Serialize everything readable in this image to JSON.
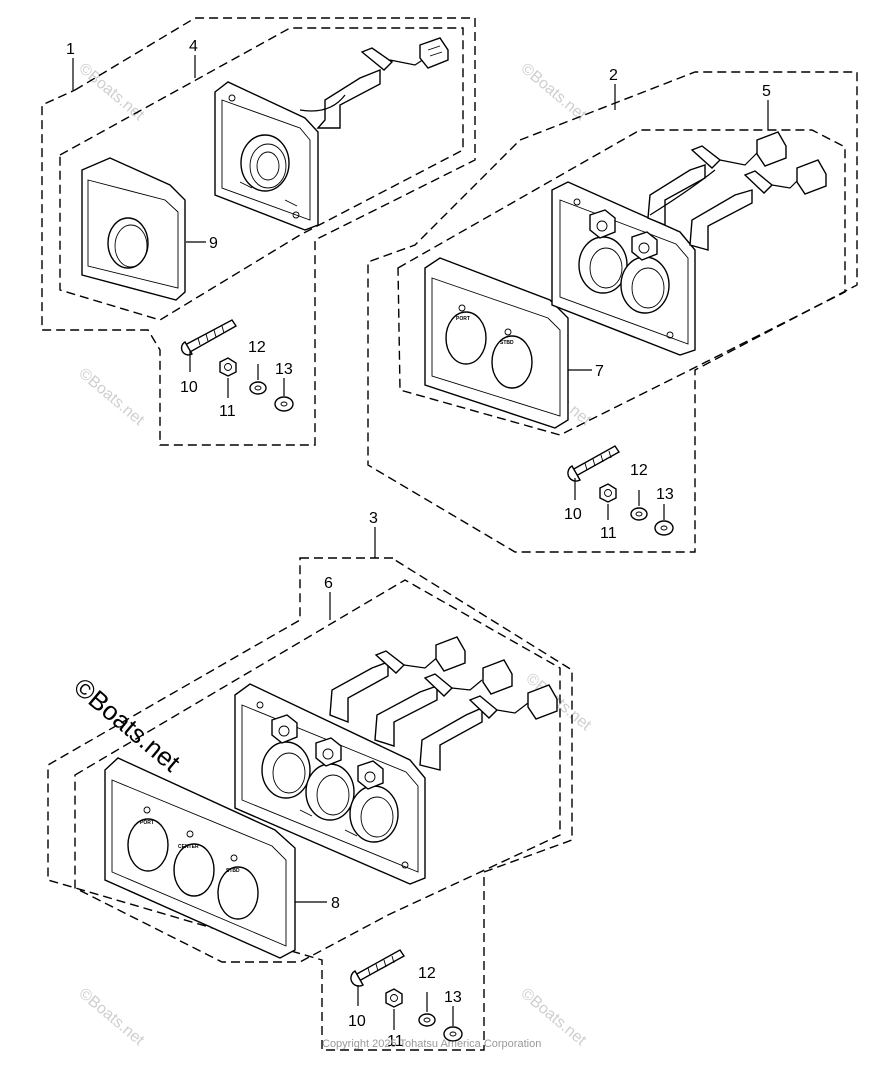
{
  "callouts": {
    "c1": "1",
    "c2": "2",
    "c3": "3",
    "c4": "4",
    "c5": "5",
    "c6": "6",
    "c7": "7",
    "c8": "8",
    "c9": "9",
    "a10": "10",
    "a11": "11",
    "a12": "12",
    "a13": "13",
    "b10": "10",
    "b11": "11",
    "b12": "12",
    "b13": "13",
    "d10": "10",
    "d11": "11",
    "d12": "12",
    "d13": "13"
  },
  "panel_labels": {
    "port_two": "PORT",
    "stbd_two": "STBD",
    "port_three": "PORT",
    "center_three": "CENTER",
    "stbd_three": "STBD"
  },
  "watermark": {
    "text": "©Boats.net",
    "big_text": "©Boats.net"
  },
  "footer": {
    "copyright": "Copyright 2025 Tohatsu America Corporation"
  },
  "colors": {
    "line": "#000000",
    "watermark": "#cfcfcf"
  }
}
